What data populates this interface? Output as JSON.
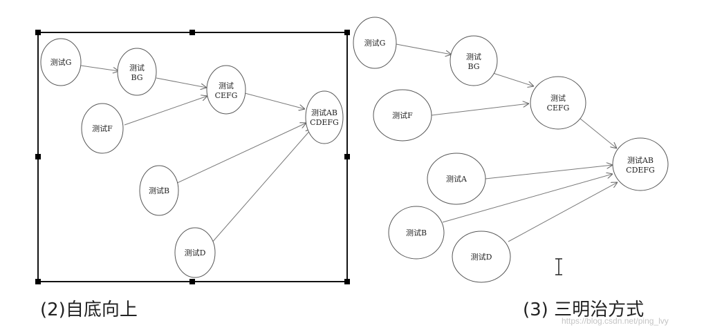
{
  "captions": {
    "left": "(2)自底向上",
    "right": "(3) 三明治方式"
  },
  "watermark": "https://blog.csdn.net/ping_lvy",
  "left_diagram": {
    "nodes": {
      "g": [
        "测试G"
      ],
      "bg": [
        "测试",
        "BG"
      ],
      "cefg": [
        "测试",
        "CEFG"
      ],
      "f": [
        "测试F"
      ],
      "abcdefg": [
        "测试AB",
        "CDEFG"
      ],
      "b": [
        "测试B"
      ],
      "d": [
        "测试D"
      ]
    }
  },
  "right_diagram": {
    "nodes": {
      "g": [
        "测试G"
      ],
      "bg": [
        "测试",
        "BG"
      ],
      "cefg": [
        "测试",
        "CEFG"
      ],
      "f": [
        "测试F"
      ],
      "abcdefg": [
        "测试AB",
        "CDEFG"
      ],
      "a": [
        "测试A"
      ],
      "b": [
        "测试B"
      ],
      "d": [
        "测试D"
      ]
    }
  }
}
